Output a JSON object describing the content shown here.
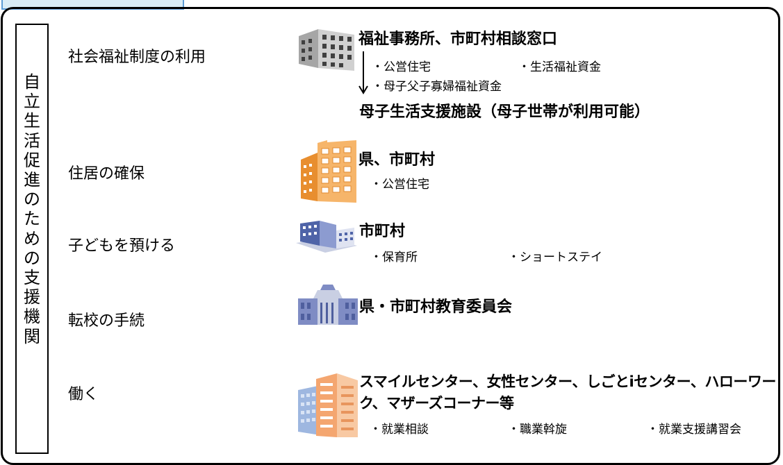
{
  "side_label": "自立生活促進のための支援機関",
  "rows": [
    {
      "category": "社会福祉制度の利用",
      "icon": "office-building-icon",
      "heading": "福祉事務所、市町村相談窓口",
      "items_line1": [
        "・公営住宅",
        "・生活福祉資金"
      ],
      "items_line2": [
        "・母子父子寡婦福祉資金"
      ],
      "result": "母子生活支援施設（母子世帯が利用可能）"
    },
    {
      "category": "住居の確保",
      "icon": "apartment-building-icon",
      "heading": "県、市町村",
      "items": [
        "・公営住宅"
      ]
    },
    {
      "category": "子どもを預ける",
      "icon": "town-hall-icon",
      "heading": "市町村",
      "items": [
        "・保育所",
        "・ショートステイ"
      ]
    },
    {
      "category": "転校の手続",
      "icon": "school-building-icon",
      "heading": "県・市町村教育委員会"
    },
    {
      "category": "働く",
      "icon": "office-tower-icon",
      "heading_line1": "スマイルセンター、女性センター、しごとiセンター、ハローワー",
      "heading_line2": "ク、マザーズコーナー等",
      "items": [
        "・就業相談",
        "・職業斡旋",
        "・就業支援講習会"
      ]
    }
  ],
  "colors": {
    "frame": "#000000",
    "tab_fill": "#d9ecf6",
    "tab_border": "#5b9bd5",
    "icon_gray": "#7f7f7f",
    "icon_orange": "#f4a24a",
    "icon_blue": "#6d7fb8",
    "icon_peach": "#f2b486"
  }
}
